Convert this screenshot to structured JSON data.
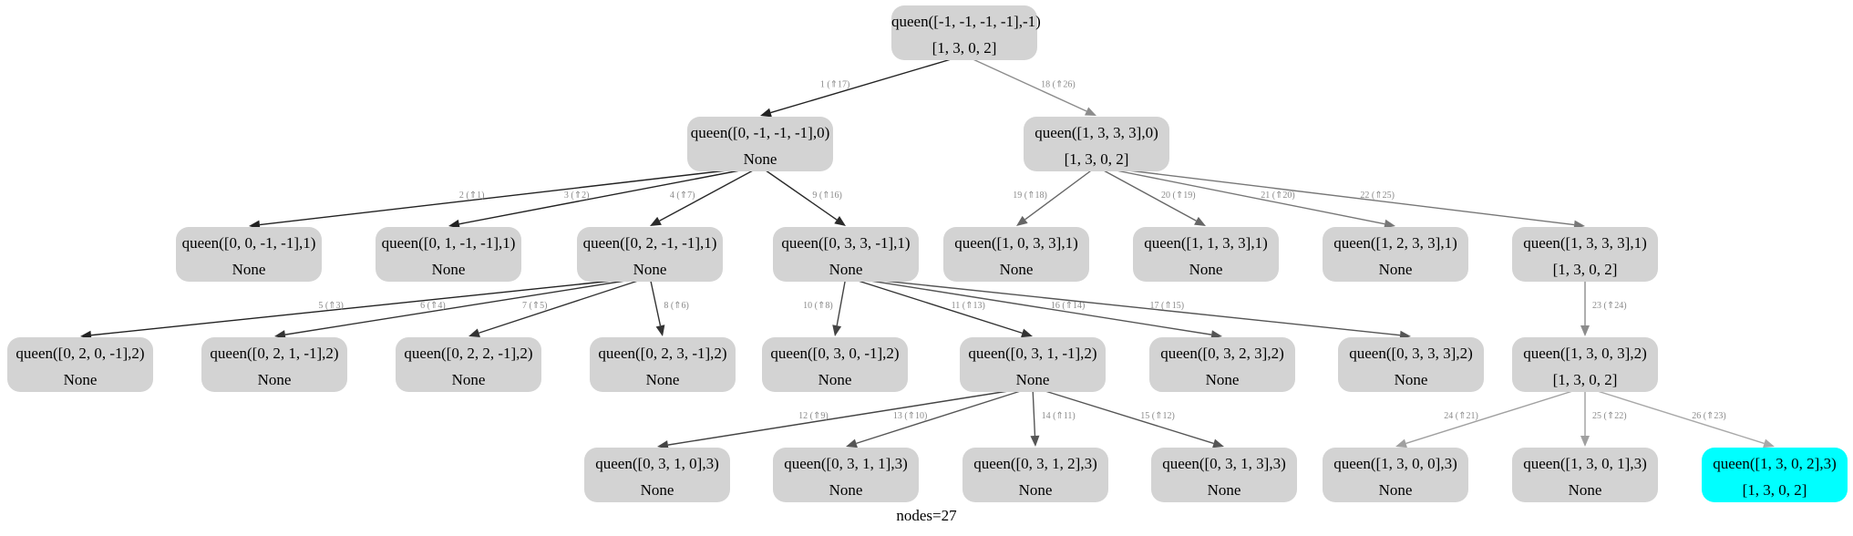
{
  "footer": "nodes=27",
  "colors": {
    "node_fill": "#d3d3d3",
    "solution_fill": "#00ffff"
  },
  "nodes": [
    {
      "id": 0,
      "call": "queen([-1, -1, -1, -1],-1)",
      "result": "[1, 3, 0, 2]"
    },
    {
      "id": 1,
      "call": "queen([0, -1, -1, -1],0)",
      "result": "None"
    },
    {
      "id": 2,
      "call": "queen([0, 0, -1, -1],1)",
      "result": "None"
    },
    {
      "id": 3,
      "call": "queen([0, 1, -1, -1],1)",
      "result": "None"
    },
    {
      "id": 4,
      "call": "queen([0, 2, -1, -1],1)",
      "result": "None"
    },
    {
      "id": 5,
      "call": "queen([0, 2, 0, -1],2)",
      "result": "None"
    },
    {
      "id": 6,
      "call": "queen([0, 2, 1, -1],2)",
      "result": "None"
    },
    {
      "id": 7,
      "call": "queen([0, 2, 2, -1],2)",
      "result": "None"
    },
    {
      "id": 8,
      "call": "queen([0, 2, 3, -1],2)",
      "result": "None"
    },
    {
      "id": 9,
      "call": "queen([0, 3, 3, -1],1)",
      "result": "None"
    },
    {
      "id": 10,
      "call": "queen([0, 3, 0, -1],2)",
      "result": "None"
    },
    {
      "id": 11,
      "call": "queen([0, 3, 1, -1],2)",
      "result": "None"
    },
    {
      "id": 12,
      "call": "queen([0, 3, 1, 0],3)",
      "result": "None"
    },
    {
      "id": 13,
      "call": "queen([0, 3, 1, 1],3)",
      "result": "None"
    },
    {
      "id": 14,
      "call": "queen([0, 3, 1, 2],3)",
      "result": "None"
    },
    {
      "id": 15,
      "call": "queen([0, 3, 1, 3],3)",
      "result": "None"
    },
    {
      "id": 16,
      "call": "queen([0, 3, 2, 3],2)",
      "result": "None"
    },
    {
      "id": 17,
      "call": "queen([0, 3, 3, 3],2)",
      "result": "None"
    },
    {
      "id": 18,
      "call": "queen([1, 3, 3, 3],0)",
      "result": "[1, 3, 0, 2]"
    },
    {
      "id": 19,
      "call": "queen([1, 0, 3, 3],1)",
      "result": "None"
    },
    {
      "id": 20,
      "call": "queen([1, 1, 3, 3],1)",
      "result": "None"
    },
    {
      "id": 21,
      "call": "queen([1, 2, 3, 3],1)",
      "result": "None"
    },
    {
      "id": 22,
      "call": "queen([1, 3, 3, 3],1)",
      "result": "[1, 3, 0, 2]"
    },
    {
      "id": 23,
      "call": "queen([1, 3, 0, 3],2)",
      "result": "[1, 3, 0, 2]"
    },
    {
      "id": 24,
      "call": "queen([1, 3, 0, 0],3)",
      "result": "None"
    },
    {
      "id": 25,
      "call": "queen([1, 3, 0, 1],3)",
      "result": "None"
    },
    {
      "id": 26,
      "call": "queen([1, 3, 0, 2],3)",
      "result": "[1, 3, 0, 2]",
      "highlight": true
    }
  ],
  "edges": [
    {
      "from": 0,
      "to": 1,
      "label": "1 (⇑17)",
      "color": "#222222"
    },
    {
      "from": 0,
      "to": 18,
      "label": "18 (⇑26)",
      "color": "#8c8c8c"
    },
    {
      "from": 1,
      "to": 2,
      "label": "2 (⇑1)",
      "color": "#222222"
    },
    {
      "from": 1,
      "to": 3,
      "label": "3 (⇑2)",
      "color": "#222222"
    },
    {
      "from": 1,
      "to": 4,
      "label": "4 (⇑7)",
      "color": "#2a2a2a"
    },
    {
      "from": 1,
      "to": 9,
      "label": "9 (⇑16)",
      "color": "#2a2a2a"
    },
    {
      "from": 4,
      "to": 5,
      "label": "5 (⇑3)",
      "color": "#222222"
    },
    {
      "from": 4,
      "to": 6,
      "label": "6 (⇑4)",
      "color": "#333333"
    },
    {
      "from": 4,
      "to": 7,
      "label": "7 (⇑5)",
      "color": "#333333"
    },
    {
      "from": 4,
      "to": 8,
      "label": "8 (⇑6)",
      "color": "#333333"
    },
    {
      "from": 9,
      "to": 10,
      "label": "10 (⇑8)",
      "color": "#444444"
    },
    {
      "from": 9,
      "to": 11,
      "label": "11 (⇑13)",
      "color": "#333333"
    },
    {
      "from": 9,
      "to": 16,
      "label": "16 (⇑14)",
      "color": "#555555"
    },
    {
      "from": 9,
      "to": 17,
      "label": "17 (⇑15)",
      "color": "#555555"
    },
    {
      "from": 11,
      "to": 12,
      "label": "12 (⇑9)",
      "color": "#444444"
    },
    {
      "from": 11,
      "to": 13,
      "label": "13 (⇑10)",
      "color": "#555555"
    },
    {
      "from": 11,
      "to": 14,
      "label": "14 (⇑11)",
      "color": "#555555"
    },
    {
      "from": 11,
      "to": 15,
      "label": "15 (⇑12)",
      "color": "#555555"
    },
    {
      "from": 18,
      "to": 19,
      "label": "19 (⇑18)",
      "color": "#666666"
    },
    {
      "from": 18,
      "to": 20,
      "label": "20 (⇑19)",
      "color": "#666666"
    },
    {
      "from": 18,
      "to": 21,
      "label": "21 (⇑20)",
      "color": "#777777"
    },
    {
      "from": 18,
      "to": 22,
      "label": "22 (⇑25)",
      "color": "#777777"
    },
    {
      "from": 22,
      "to": 23,
      "label": "23 (⇑24)",
      "color": "#8c8c8c"
    },
    {
      "from": 23,
      "to": 24,
      "label": "24 (⇑21)",
      "color": "#a0a0a0"
    },
    {
      "from": 23,
      "to": 25,
      "label": "25 (⇑22)",
      "color": "#a0a0a0"
    },
    {
      "from": 23,
      "to": 26,
      "label": "26 (⇑23)",
      "color": "#a8a8a8"
    }
  ]
}
